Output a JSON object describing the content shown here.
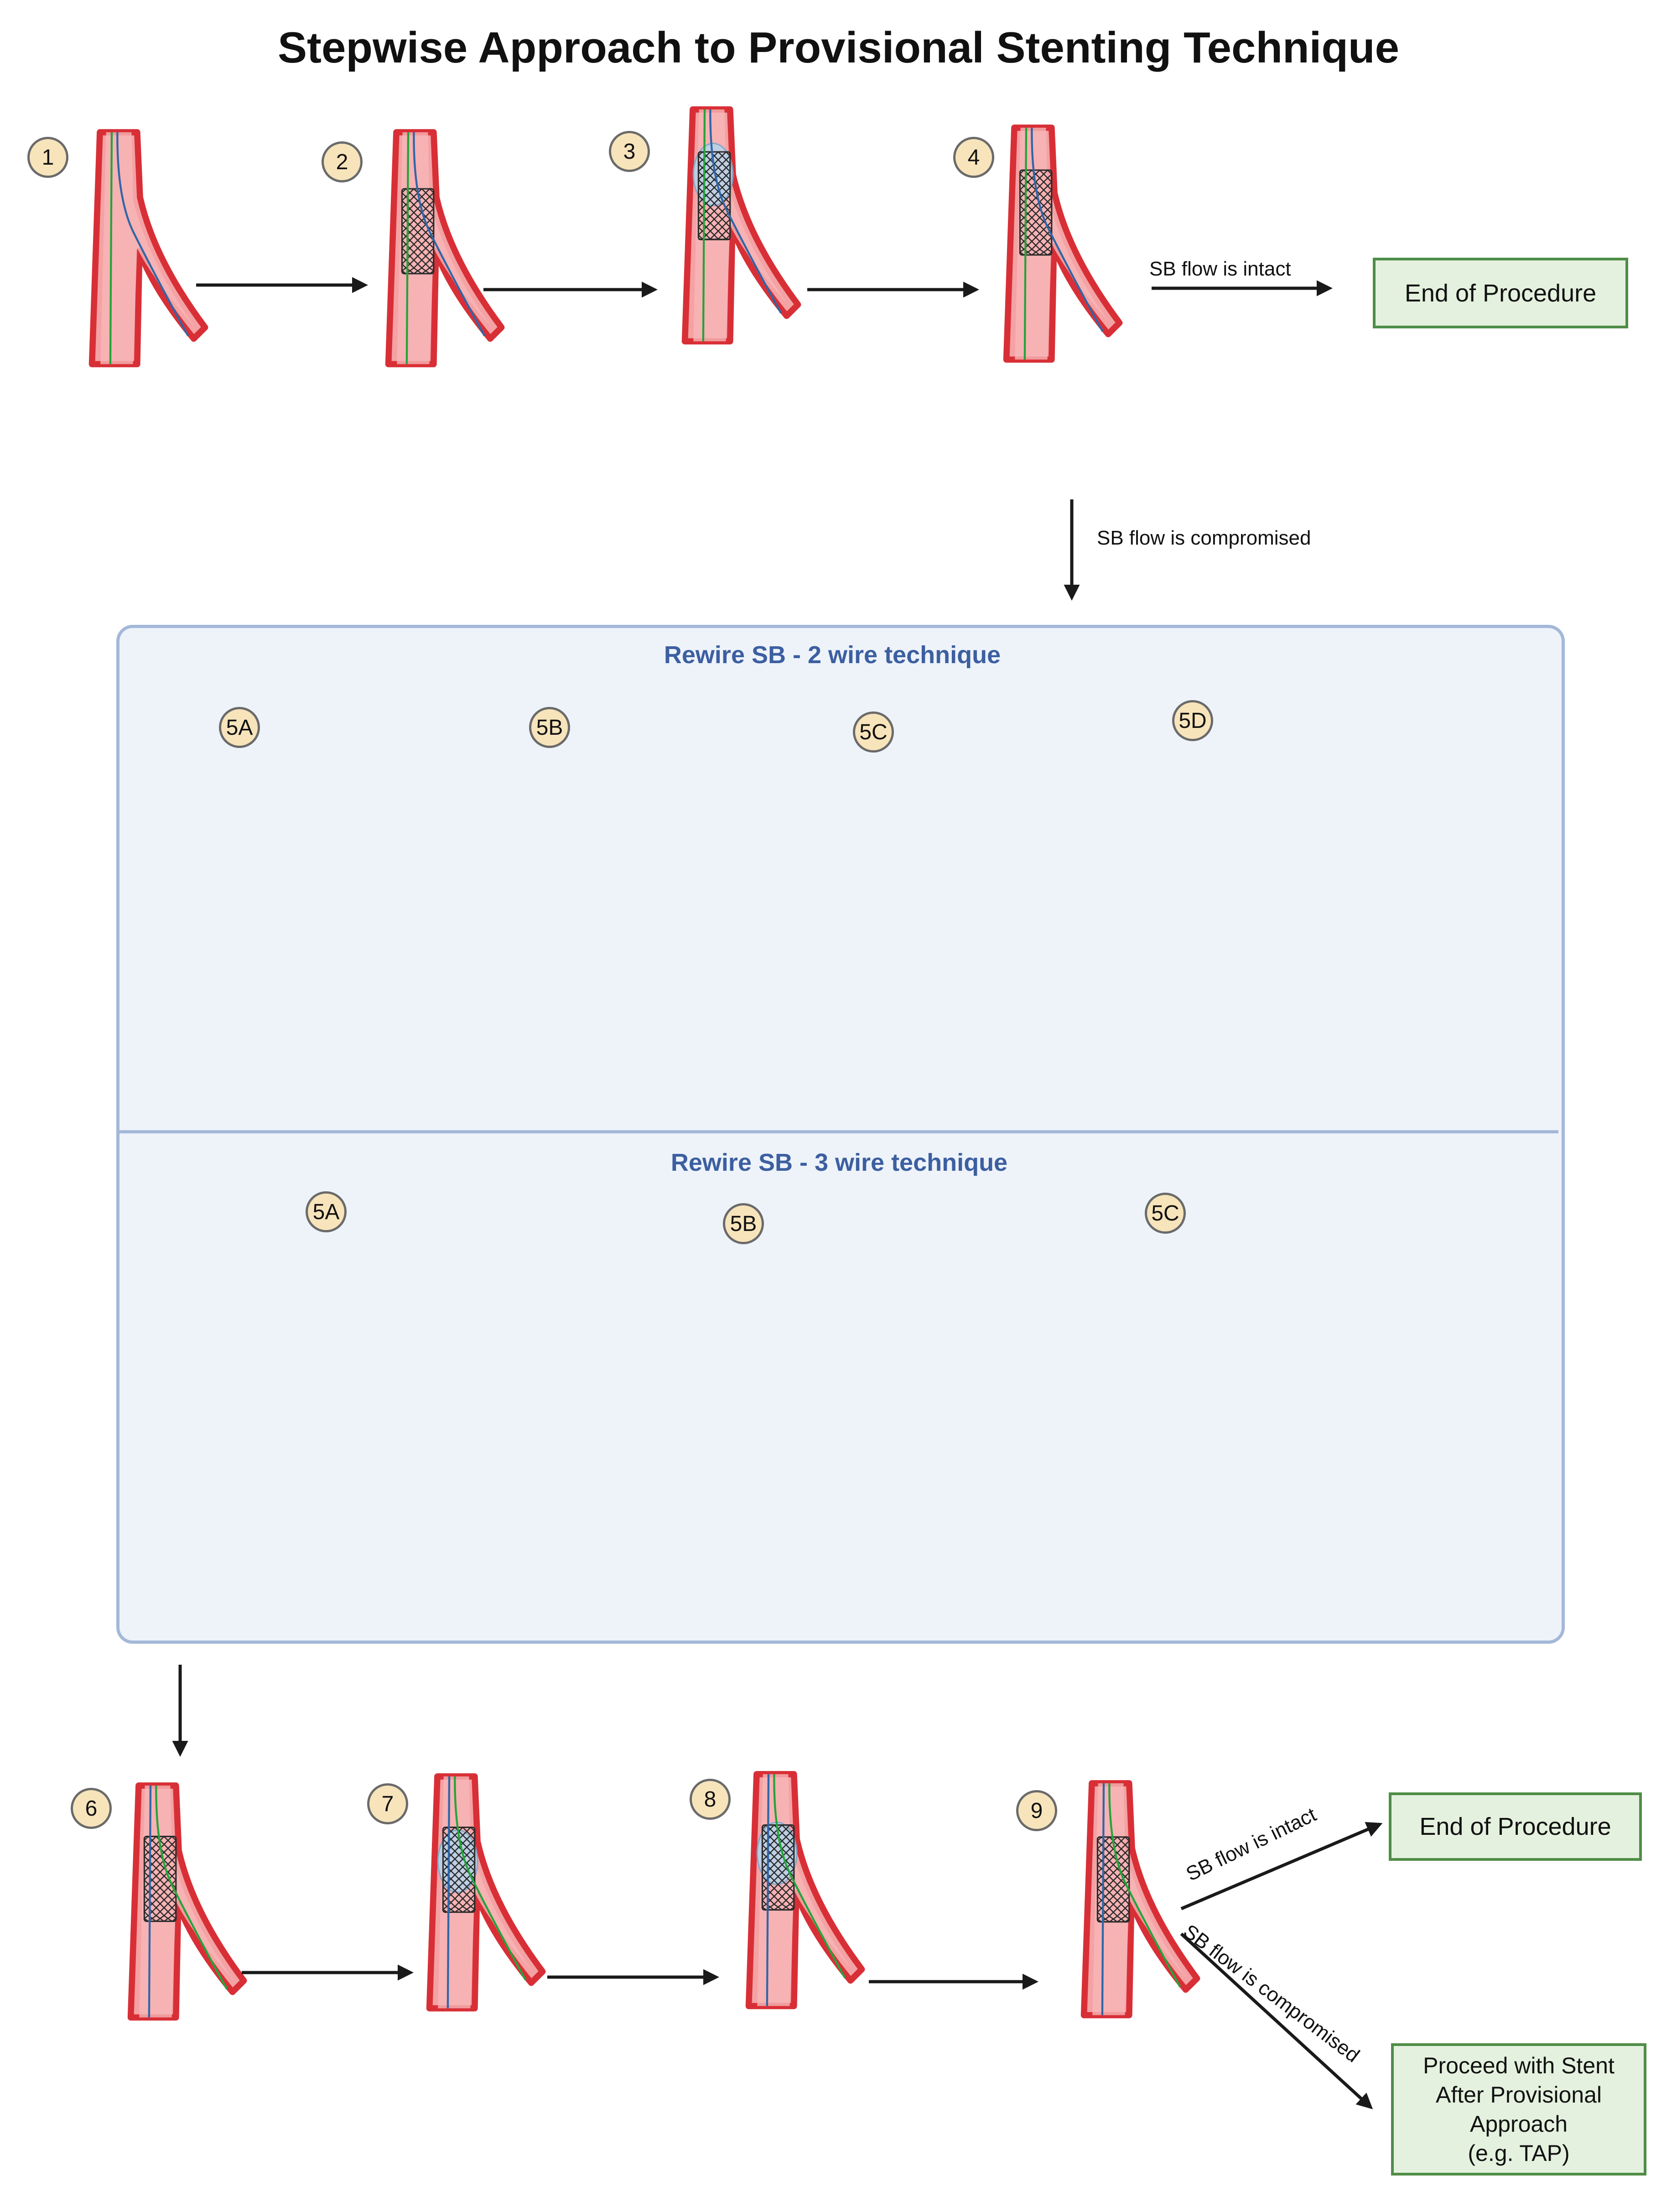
{
  "title": "Stepwise Approach to Provisional Stenting Technique",
  "colors": {
    "vessel_outer": "#d82f36",
    "vessel_inner": "#f4a2a4",
    "main_wire": "#2f66a8",
    "side_wire": "#23a43a",
    "stent": "#2a2a2a",
    "balloon": "#b8d3ea",
    "panel_fill": "#eef3fa",
    "panel_border": "#a4b8d8",
    "badge_fill": "#f7e4bb",
    "outcome_fill": "#e4f1de",
    "outcome_border": "#4f8d47"
  },
  "steps_top": [
    "1",
    "2",
    "3",
    "4"
  ],
  "flow_top": {
    "intact_label": "SB flow is intact",
    "compromised_label": "SB flow is compromised",
    "end_label": "End of Procedure"
  },
  "two_wire": {
    "title": "Rewire SB - 2 wire technique",
    "steps": [
      "5A",
      "5B",
      "5C",
      "5D"
    ]
  },
  "three_wire": {
    "title": "Rewire SB - 3 wire technique",
    "steps": [
      "5A",
      "5B",
      "5C"
    ]
  },
  "steps_bottom": [
    "6",
    "7",
    "8",
    "9"
  ],
  "flow_bottom": {
    "intact_label": "SB flow is intact",
    "compromised_label": "SB flow is compromised",
    "end_label": "End of Procedure",
    "proceed_lines": [
      "Proceed with Stent",
      "After Provisional",
      "Approach",
      "(e.g. TAP)"
    ]
  }
}
